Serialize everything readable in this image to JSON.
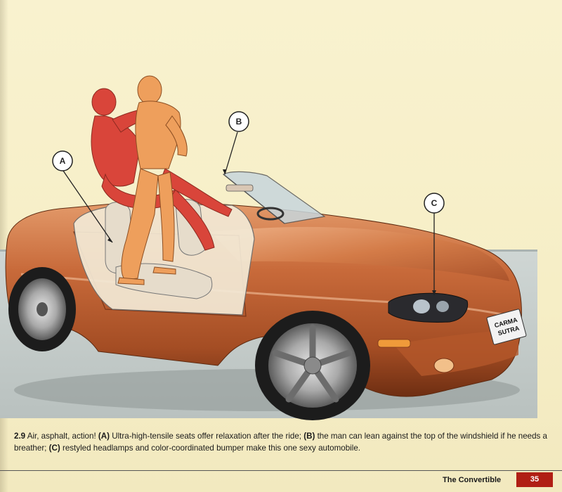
{
  "figure": {
    "callouts": [
      {
        "id": "A",
        "label": "A"
      },
      {
        "id": "B",
        "label": "B"
      },
      {
        "id": "C",
        "label": "C"
      }
    ],
    "plate_text_line1": "CARMA",
    "plate_text_line2": "SUTRA"
  },
  "caption": {
    "number": "2.9",
    "lead": " Air, asphalt, action! ",
    "a_marker": "(A)",
    "a_text": " Ultra-high-tensile seats offer relaxation after the ride; ",
    "b_marker": "(B)",
    "b_text": " the man can lean against the top of the windshield if he needs a breather; ",
    "c_marker": "(C)",
    "c_text": " restyled headlamps and color-coordinated bumper make this one sexy automobile."
  },
  "footer": {
    "title": "The Convertible",
    "page_number": "35"
  },
  "colors": {
    "car_body": "#c86a3a",
    "woman_fill": "#d9453a",
    "man_fill": "#ee9f5c",
    "page_bg": "#f7efc6",
    "page_number_bg": "#b01e14"
  }
}
